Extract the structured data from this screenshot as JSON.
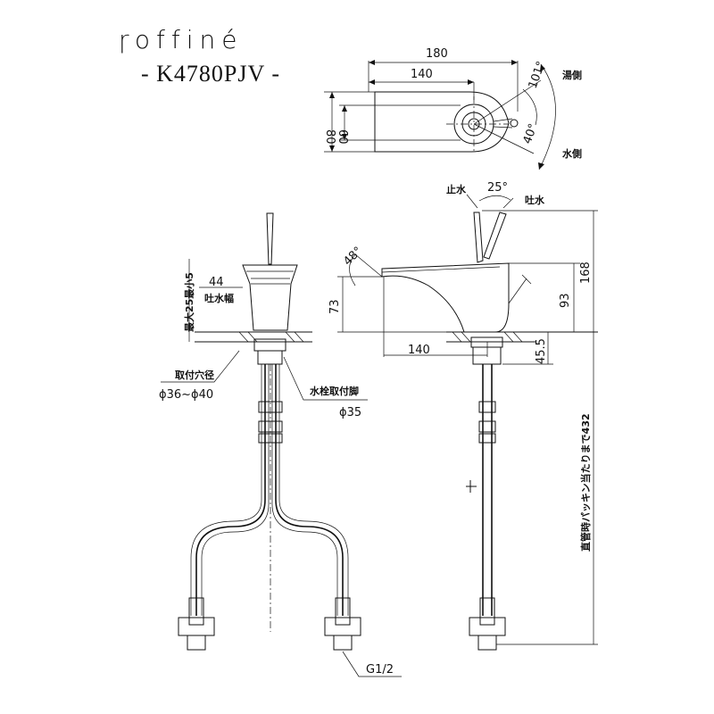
{
  "header": {
    "brand": "ɼoffiné",
    "model": "- K4780PJV -"
  },
  "top_view": {
    "dim_180": "180",
    "dim_140": "140",
    "dim_80": "80",
    "dim_60": "60",
    "angle_101": "101°",
    "angle_40": "40°",
    "hot_side": "湯側",
    "cold_side": "水側"
  },
  "front_view": {
    "dim_44": "44",
    "spout_width": "吐水幅",
    "max_thickness": "最大25最小5",
    "mount_hole_label": "取付穴径",
    "mount_hole_value": "ϕ36~ϕ40",
    "leg_label": "水栓取付脚",
    "leg_value": "ϕ35",
    "thread": "G1/2"
  },
  "side_view": {
    "stop": "止水",
    "spout": "吐水",
    "angle_25": "25°",
    "angle_48": "48°",
    "dim_73": "73",
    "dim_93": "93",
    "dim_168": "168",
    "dim_140": "140",
    "dim_455": "45.5",
    "dim_432": "直管時パッキン当たりまで432"
  }
}
